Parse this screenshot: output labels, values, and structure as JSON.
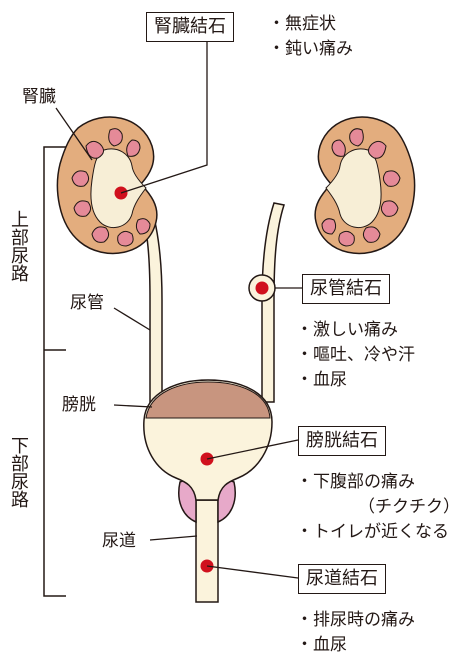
{
  "colors": {
    "kidney_fill": "#e3ad7e",
    "kidney_pelvis": "#f7eed6",
    "calyx_fill": "#e58a98",
    "bladder_urine": "#c8957f",
    "bladder_fill": "#fbf3dc",
    "prostate_fill": "#e7a9c9",
    "stone_red": "#d0101d",
    "line": "#231815"
  },
  "labels": {
    "kidney": "腎臓",
    "ureter": "尿管",
    "bladder": "膀胱",
    "urethra": "尿道",
    "upper_tract": "上部尿路",
    "lower_tract": "下部尿路"
  },
  "stones": [
    {
      "name": "腎臓結石",
      "symptoms": [
        "・無症状",
        "・鈍い痛み"
      ]
    },
    {
      "name": "尿管結石",
      "symptoms": [
        "・激しい痛み",
        "・嘔吐、冷や汗",
        "・血尿"
      ]
    },
    {
      "name": "膀胱結石",
      "symptoms": [
        "・下腹部の痛み",
        "（チクチク）",
        "・トイレが近くなる"
      ]
    },
    {
      "name": "尿道結石",
      "symptoms": [
        "・排尿時の痛み",
        "・血尿"
      ]
    }
  ]
}
